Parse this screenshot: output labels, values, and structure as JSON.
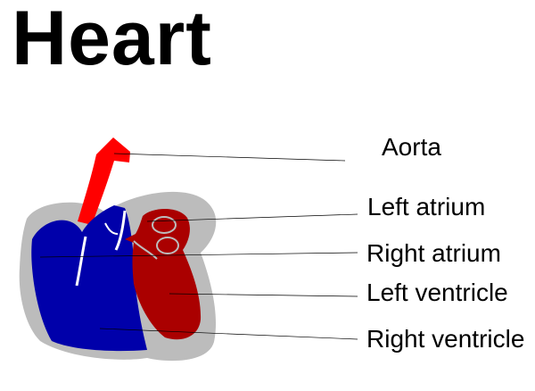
{
  "title": "Heart",
  "labels": {
    "aorta": "Aorta",
    "left_atrium": "Left atrium",
    "right_atrium": "Right atrium",
    "left_ventricle": "Left ventricle",
    "right_ventricle": "Right ventricle"
  },
  "colors": {
    "aorta": "#ff0000",
    "right_side": "#0000aa",
    "left_side": "#aa0000",
    "outline": "#bcbcbc",
    "leader_line": "#000000"
  }
}
